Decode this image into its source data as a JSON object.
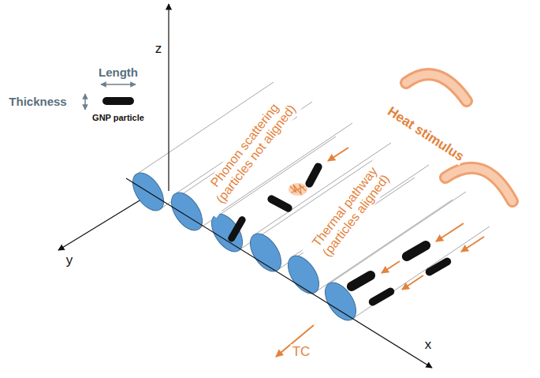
{
  "diagram": {
    "labels": [
      "z",
      "Length",
      "Thickness",
      "GNP particle",
      "Phonon scattering (particles not aligned)",
      "Heat stimulus",
      "y",
      "Thermal pathway (particles aligned)",
      "x",
      "TC"
    ]
  }
}
